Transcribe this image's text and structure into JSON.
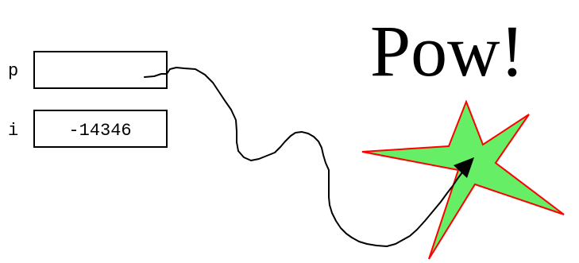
{
  "variables": [
    {
      "name": "p",
      "value": ""
    },
    {
      "name": "i",
      "value": "-14346"
    }
  ],
  "exclamation": "Pow!",
  "colors": {
    "star_fill": "#66ee66",
    "star_stroke": "#ff0000",
    "line": "#000000",
    "box_stroke": "#000000"
  }
}
